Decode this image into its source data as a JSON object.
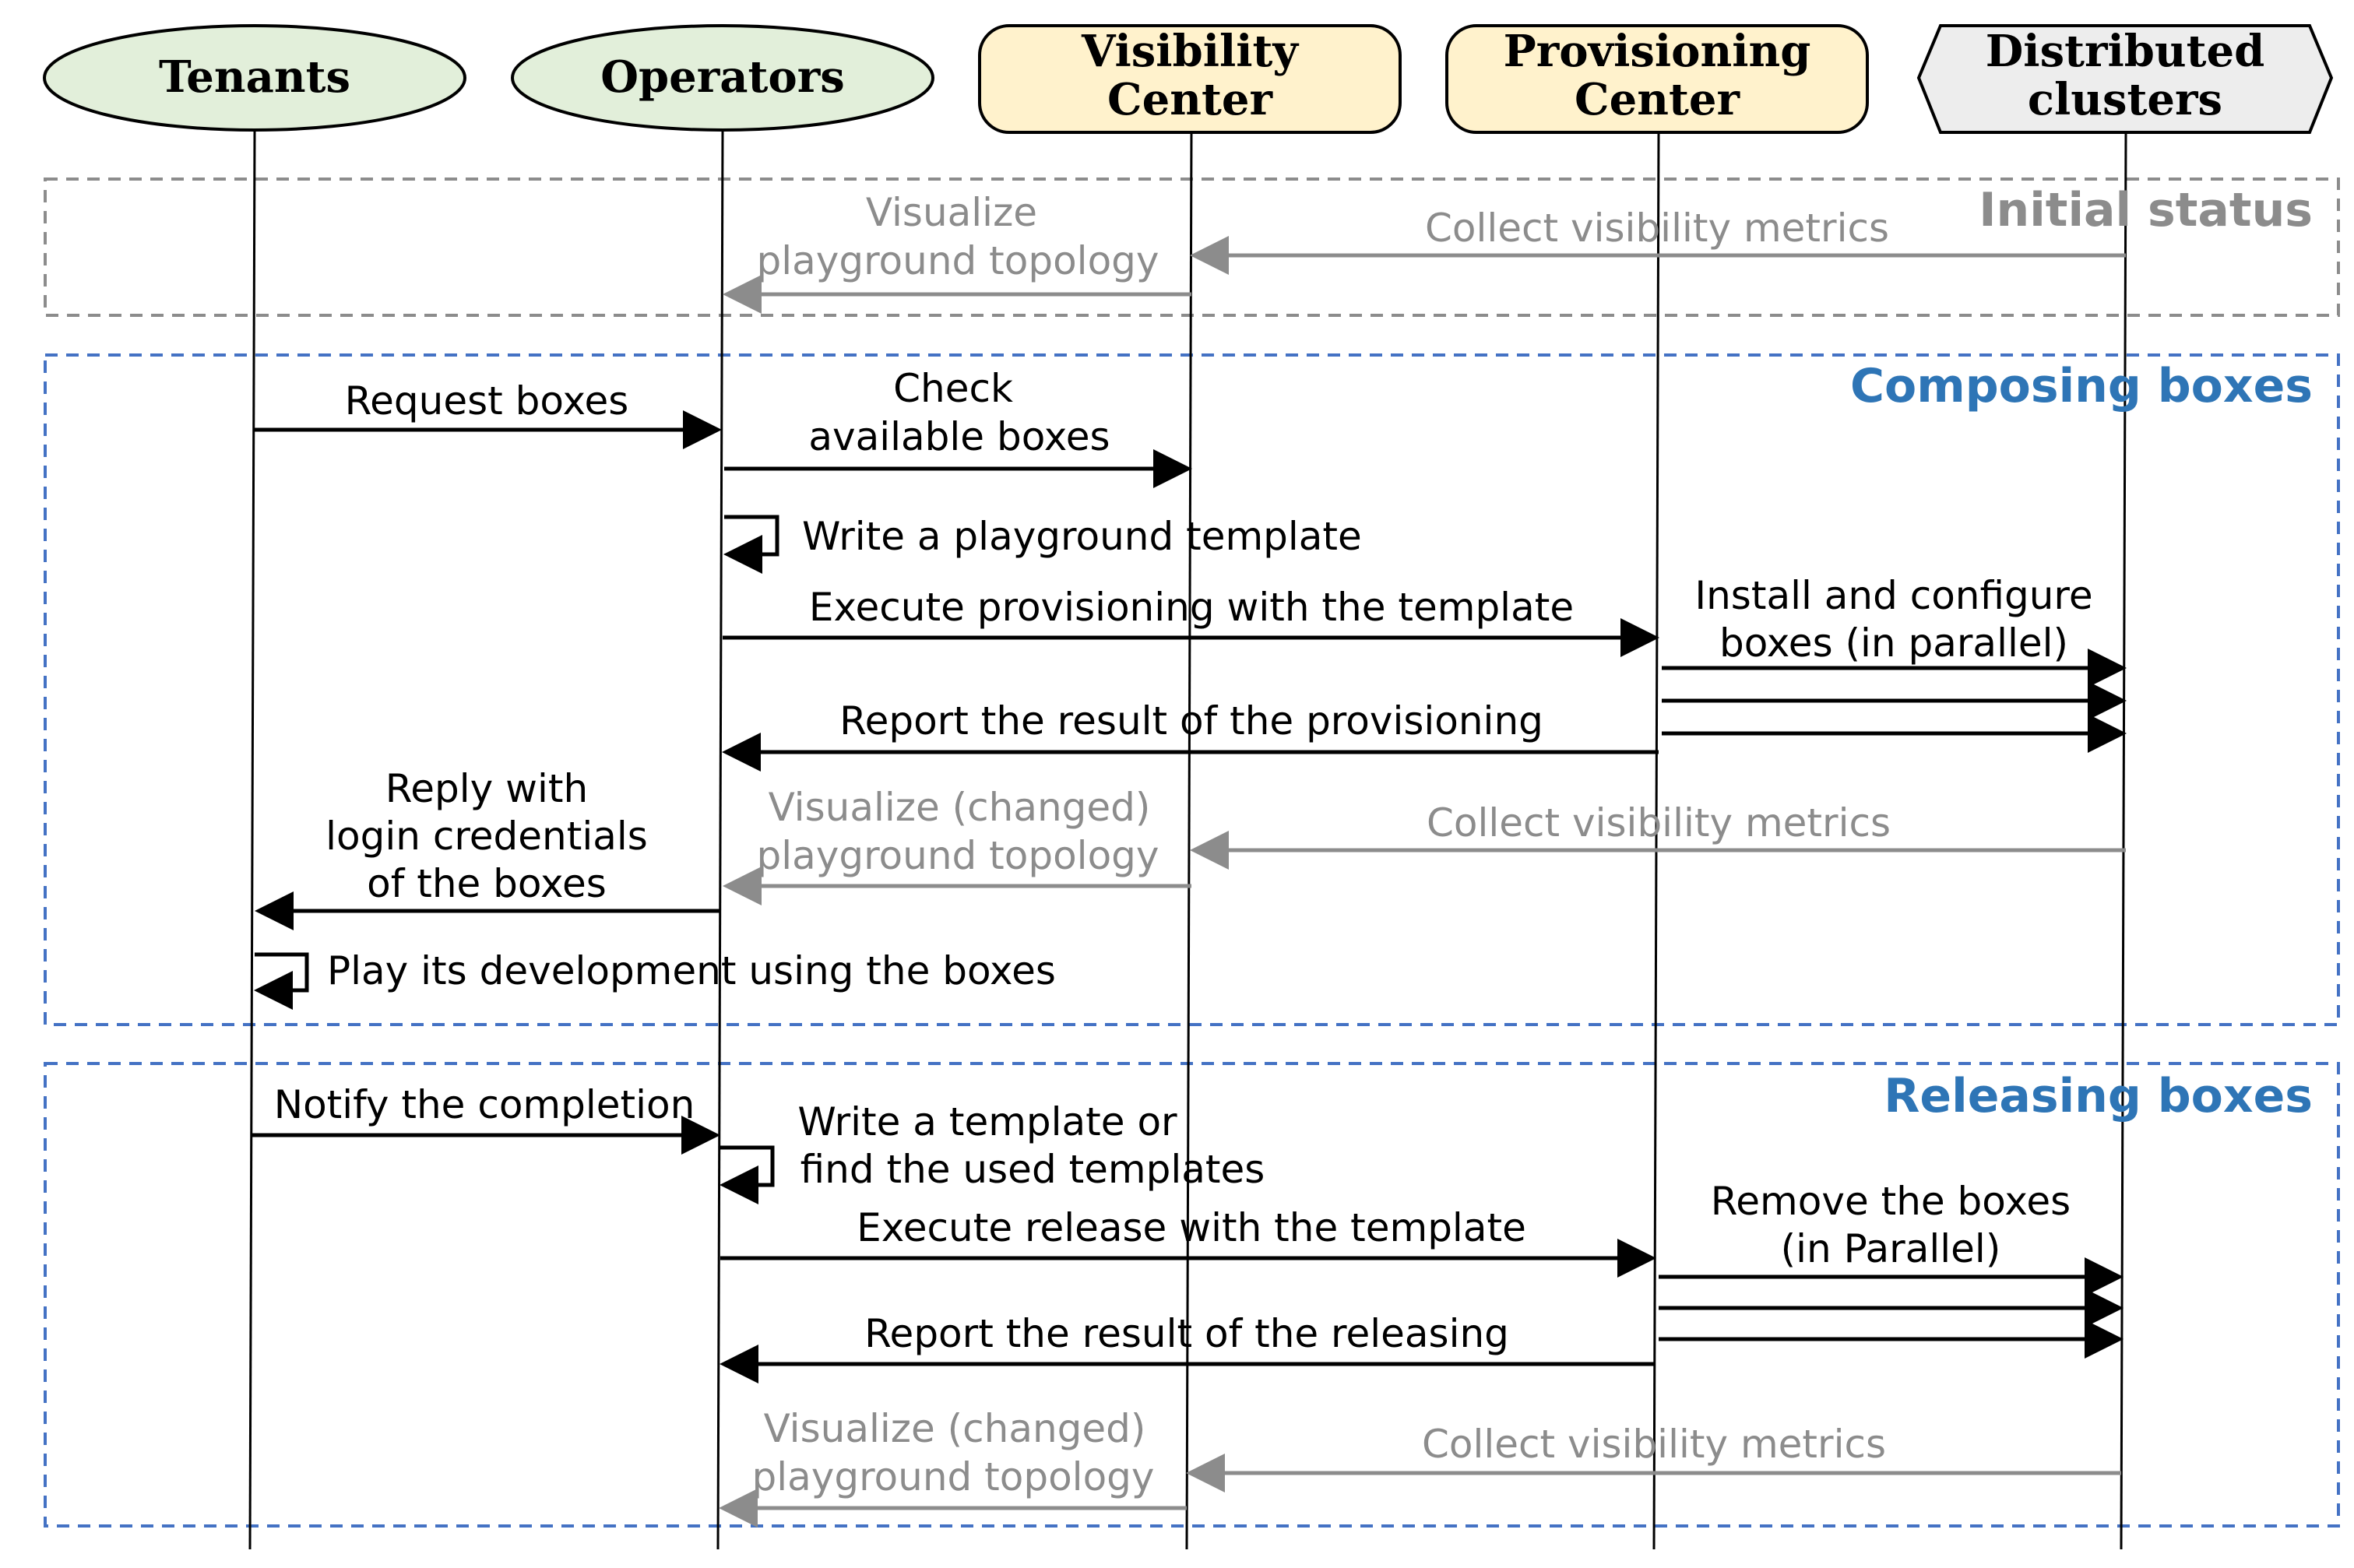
{
  "participants": {
    "tenants": "Tenants",
    "operators": "Operators",
    "visibility": [
      "Visibility",
      "Center"
    ],
    "provisioning": [
      "Provisioning",
      "Center"
    ],
    "clusters": [
      "Distributed",
      "clusters"
    ]
  },
  "colors": {
    "actor_fill": "#e2efda",
    "center_fill": "#fff2cc",
    "cluster_fill": "#ededed",
    "initial_frame": "#8c8c8c",
    "phase_frame": "#4472c4",
    "phase_title": "#2e75b6",
    "gray_message": "#8c8c8c"
  },
  "phases": {
    "initial": {
      "title": "Initial status",
      "visualize": [
        "Visualize",
        "playground topology"
      ],
      "collect": "Collect visibility metrics"
    },
    "composing": {
      "title": "Composing boxes",
      "request": "Request boxes",
      "check": [
        "Check",
        "available boxes"
      ],
      "write_template": "Write a playground template",
      "execute": "Execute provisioning with the template",
      "install": [
        "Install and configure",
        "boxes (in parallel)"
      ],
      "report": "Report the result of the provisioning",
      "reply": [
        "Reply with",
        "login credentials",
        "of the boxes"
      ],
      "visualize": [
        "Visualize (changed)",
        "playground topology"
      ],
      "collect": "Collect visibility metrics",
      "play": "Play its development using the boxes"
    },
    "releasing": {
      "title": "Releasing boxes",
      "notify": "Notify the completion",
      "write_template": [
        "Write a template or",
        "find the used templates"
      ],
      "execute": "Execute release with the template",
      "remove": [
        "Remove the boxes",
        "(in Parallel)"
      ],
      "report": "Report the result of the releasing",
      "visualize": [
        "Visualize (changed)",
        "playground topology"
      ],
      "collect": "Collect visibility metrics"
    }
  }
}
